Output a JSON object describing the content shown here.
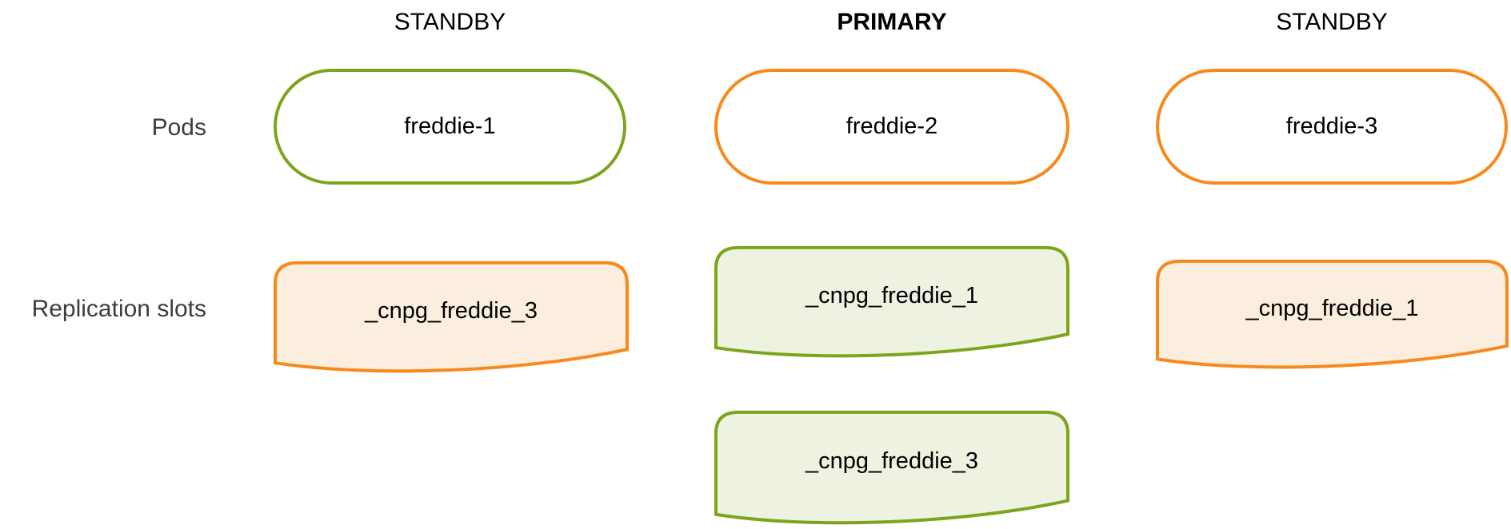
{
  "row_labels": {
    "pods": "Pods",
    "replication_slots": "Replication slots"
  },
  "columns": [
    {
      "role": "STANDBY",
      "pod": {
        "name": "freddie-1",
        "color": "green"
      },
      "slots": [
        {
          "name": "_cnpg_freddie_3",
          "color": "orange"
        }
      ]
    },
    {
      "role": "PRIMARY",
      "pod": {
        "name": "freddie-2",
        "color": "orange"
      },
      "slots": [
        {
          "name": "_cnpg_freddie_1",
          "color": "green"
        },
        {
          "name": "_cnpg_freddie_3",
          "color": "green"
        }
      ]
    },
    {
      "role": "STANDBY",
      "pod": {
        "name": "freddie-3",
        "color": "orange"
      },
      "slots": [
        {
          "name": "_cnpg_freddie_1",
          "color": "orange"
        }
      ]
    }
  ],
  "colors": {
    "green_stroke": "#7ca51d",
    "orange_stroke": "#f7891d",
    "green_fill": "#eef3e1",
    "orange_fill": "#fbeede",
    "row_label_text": "#3d3d3d",
    "shape_text": "#000000",
    "background": "#ffffff"
  }
}
